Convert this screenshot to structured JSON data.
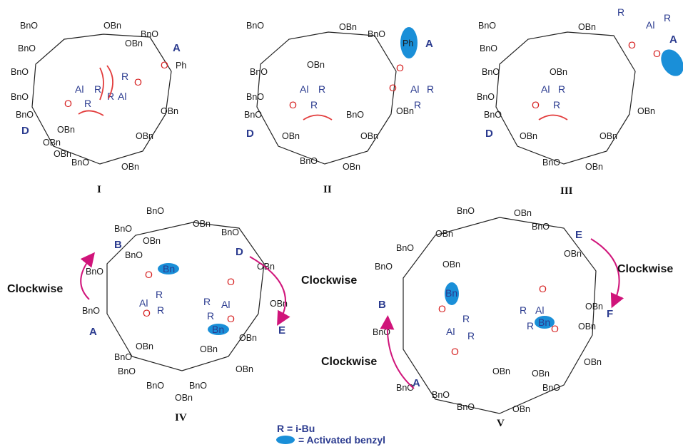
{
  "panels": [
    {
      "id": "I",
      "label": "I",
      "rings": [
        "A",
        "D"
      ]
    },
    {
      "id": "II",
      "label": "II",
      "rings": [
        "A",
        "D"
      ]
    },
    {
      "id": "III",
      "label": "III",
      "rings": [
        "A",
        "D"
      ]
    },
    {
      "id": "IV",
      "label": "IV",
      "rings": [
        "B",
        "A",
        "D",
        "E"
      ],
      "arrows": [
        "Clockwise",
        "Clockwise"
      ]
    },
    {
      "id": "V",
      "label": "V",
      "rings": [
        "E",
        "F",
        "B",
        "A"
      ],
      "arrows": [
        "Clockwise",
        "Clockwise"
      ]
    }
  ],
  "group_label": "OBn",
  "group_label_left": "BnO",
  "aluminum": "Al",
  "substituent": "R",
  "oxygen": "O",
  "phenyl": "Ph",
  "benzyl_short": "Bn",
  "legend": {
    "r_definition": "R = i-Bu",
    "activated_benzyl": "= Activated benzyl"
  },
  "colors": {
    "ring_letter": "#2b3b8f",
    "oxygen": "#d62020",
    "steric_clash": "#e23b3b",
    "activated_benzyl": "#1a8fd8",
    "arrow": "#d0147a"
  }
}
